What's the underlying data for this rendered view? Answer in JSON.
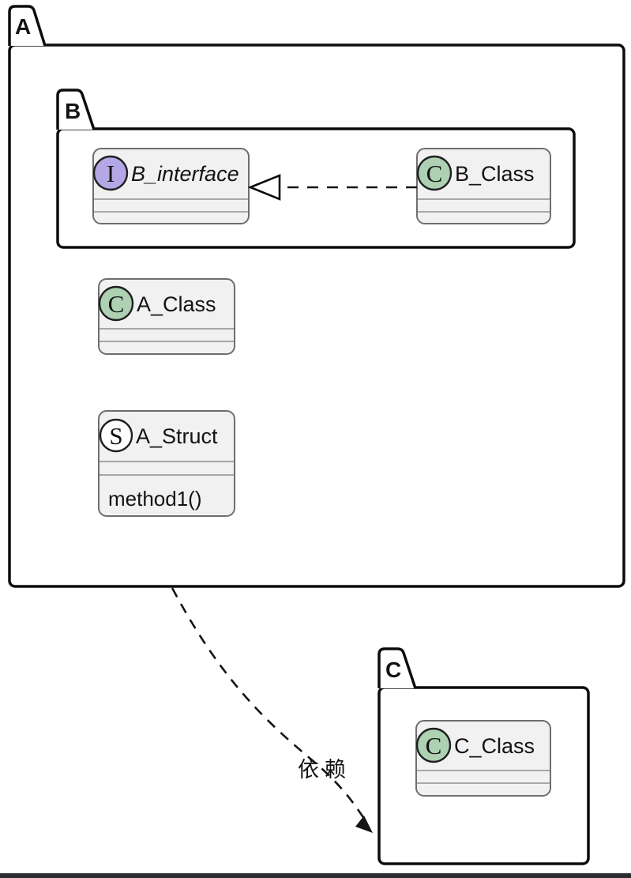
{
  "diagram": {
    "type": "uml-package-class-diagram",
    "packages": [
      {
        "id": "A",
        "label": "A"
      },
      {
        "id": "B",
        "label": "B",
        "parent": "A"
      },
      {
        "id": "C",
        "label": "C"
      }
    ],
    "classes": [
      {
        "name": "B_interface",
        "kind": "interface",
        "kind_letter": "I",
        "package": "B",
        "italic": true
      },
      {
        "name": "B_Class",
        "kind": "class",
        "kind_letter": "C",
        "package": "B"
      },
      {
        "name": "A_Class",
        "kind": "class",
        "kind_letter": "C",
        "package": "A"
      },
      {
        "name": "A_Struct",
        "kind": "struct",
        "kind_letter": "S",
        "package": "A",
        "methods": [
          "method1()"
        ]
      },
      {
        "name": "C_Class",
        "kind": "class",
        "kind_letter": "C",
        "package": "C"
      }
    ],
    "relations": [
      {
        "from": "B_Class",
        "to": "B_interface",
        "type": "realization",
        "style": "dashed-hollow-triangle",
        "label": ""
      },
      {
        "from": "A",
        "to": "C",
        "type": "dependency",
        "style": "dashed-curved-arrow",
        "label": "依赖"
      }
    ],
    "colors": {
      "interface_circle": "#B4A7E5",
      "class_circle": "#ADD1B2",
      "struct_circle": "#FFFFFF",
      "box_fill": "#F1F1F1",
      "package_fill": "#FFFFFF",
      "line_color": "#151515",
      "bottom_bar": "#2B2C30"
    }
  }
}
